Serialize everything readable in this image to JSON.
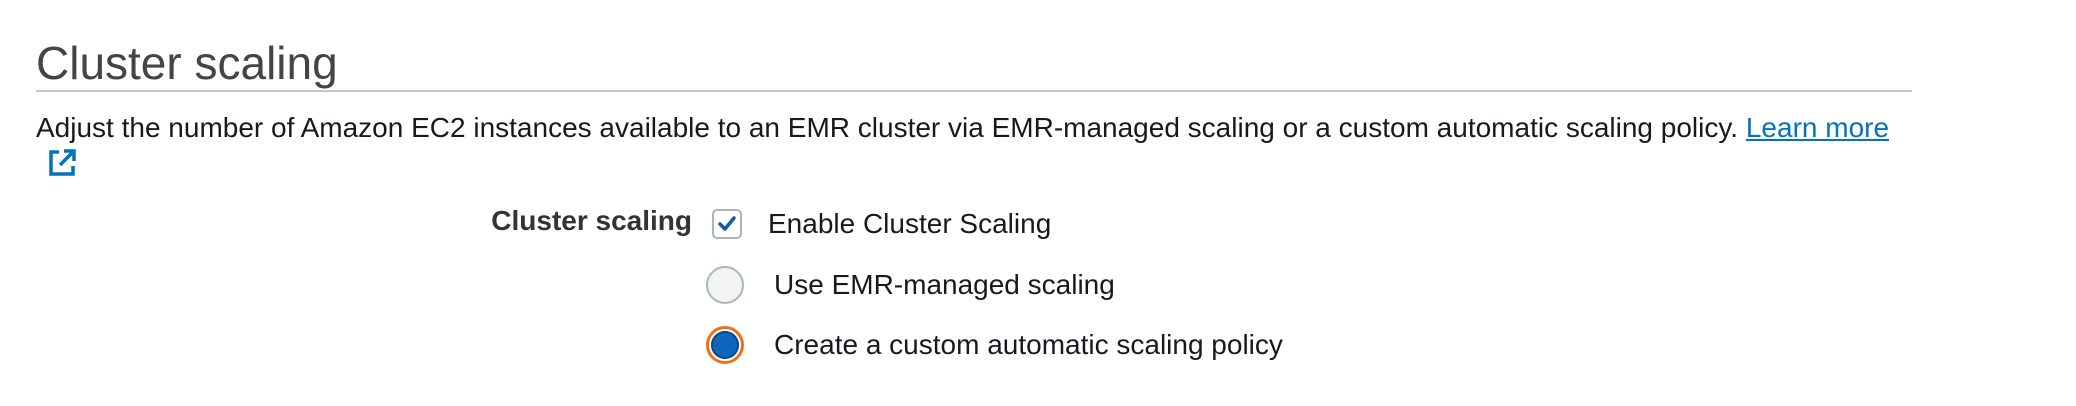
{
  "section": {
    "title": "Cluster scaling",
    "description": "Adjust the number of Amazon EC2 instances available to an EMR cluster via EMR-managed scaling or a custom automatic scaling policy. ",
    "learn_more_link": "Learn more",
    "link_icon": "external-link-icon"
  },
  "field": {
    "label": "Cluster scaling",
    "enable_checkbox": {
      "label": "Enable Cluster Scaling",
      "checked": true
    },
    "options": [
      {
        "label": "Use EMR-managed scaling",
        "selected": false
      },
      {
        "label": "Create a custom automatic scaling policy",
        "selected": true
      }
    ]
  },
  "colors": {
    "link": "#0073bb",
    "checkmark": "#0b5cad",
    "radio_selected_fill": "#1166bb",
    "focus_ring": "#ec7211"
  }
}
